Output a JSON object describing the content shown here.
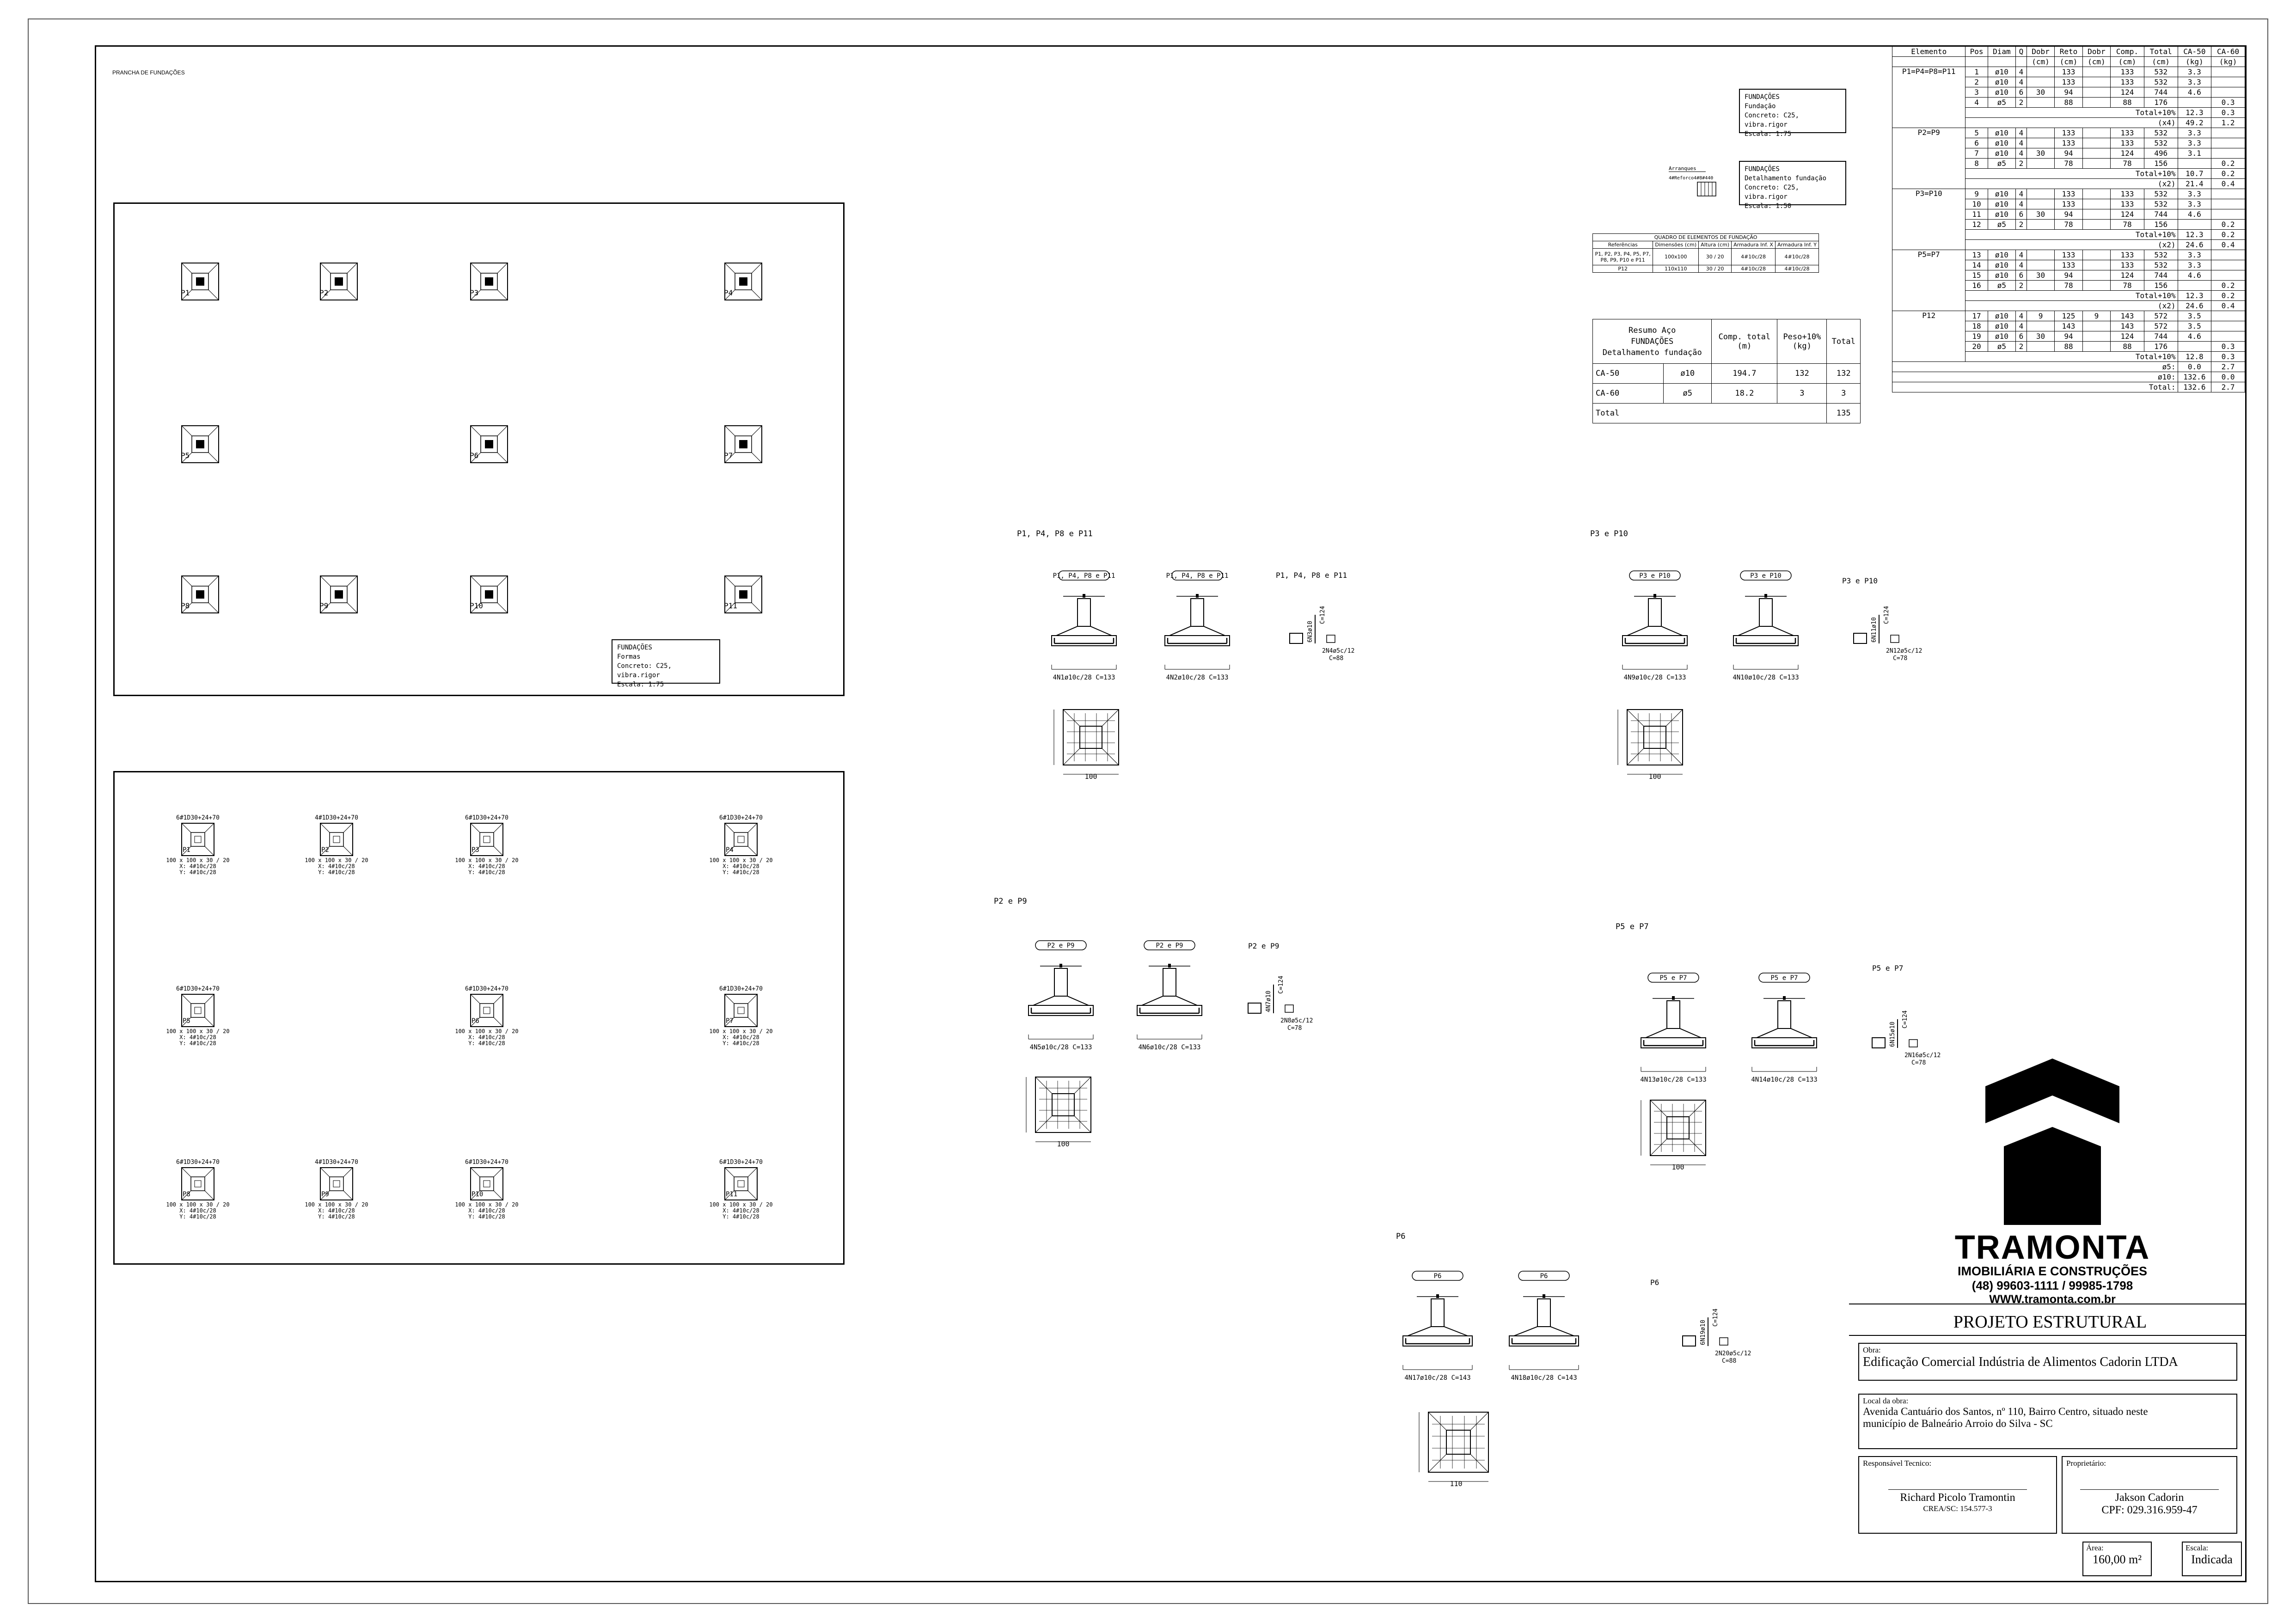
{
  "sheet_name": "PRANCHA DE FUNDAÇÕES",
  "plan_top": {
    "pillars": [
      "P1",
      "P2",
      "P3",
      "P4",
      "P5",
      "P6",
      "P7",
      "P8",
      "P9",
      "P10",
      "P11"
    ],
    "note": [
      "FUNDAÇÕES",
      "Formas",
      "Concreto: C25, vibra.rigor",
      "Escala: 1:75"
    ]
  },
  "plan_bottom": {
    "pillars": [
      "P1",
      "P2",
      "P3",
      "P4",
      "P5",
      "P6",
      "P7",
      "P8",
      "P9",
      "P10",
      "P11"
    ],
    "rebar_top_a": "6#1D30+24+70",
    "rebar_top_b": "4#1D30+24+70",
    "dims": "100 x 100 x 30 / 20",
    "x_bars": "X: 4#10c/28",
    "y_bars": "Y: 4#10c/28"
  },
  "notes": {
    "n1": [
      "FUNDAÇÕES",
      "Fundação",
      "Concreto: C25, vibra.rigor",
      "Escala: 1:75"
    ],
    "n2": [
      "FUNDAÇÕES",
      "Detalhamento fundação",
      "Concreto: C25, vibra.rigor",
      "Escala: 1:50"
    ],
    "arranque": [
      "Arranques",
      "4#Reforco4#8#440"
    ]
  },
  "quadro": {
    "title": "QUADRO DE ELEMENTOS DE FUNDAÇÃO",
    "headers": [
      "Referências",
      "Dimensões (cm)",
      "Altura (cm)",
      "Armadura Inf. X",
      "Armadura Inf. Y"
    ],
    "rows": [
      [
        "P1, P2, P3, P4, P5, P7, P8, P9, P10 e P11",
        "100x100",
        "30 / 20",
        "4#10c/28",
        "4#10c/28"
      ],
      [
        "P12",
        "110x110",
        "30 / 20",
        "4#10c/28",
        "4#10c/28"
      ]
    ]
  },
  "resumo": {
    "title": [
      "Resumo Aço",
      "FUNDAÇÕES",
      "Detalhamento fundação"
    ],
    "h_comp": [
      "Comp. total",
      "(m)"
    ],
    "h_peso": [
      "Peso+10%",
      "(kg)"
    ],
    "h_total": "Total",
    "rows": [
      [
        "CA-50",
        "ø10",
        "194.7",
        "132",
        "132"
      ],
      [
        "CA-60",
        "ø5",
        "18.2",
        "3",
        "3"
      ]
    ],
    "total_label": "Total",
    "total_value": "135"
  },
  "steel_table": {
    "headers": [
      "Elemento",
      "Pos",
      "Diam",
      "Q",
      "Dobr",
      "Reto",
      "Dobr",
      "Comp.",
      "Total",
      "CA-50",
      "CA-60"
    ],
    "subheaders": [
      "",
      "",
      "",
      "",
      "(cm)",
      "(cm)",
      "(cm)",
      "(cm)",
      "(cm)",
      "(kg)",
      "(kg)"
    ],
    "groups": [
      {
        "elem": "P1=P4=P8=P11",
        "rows": [
          [
            "1",
            "ø10",
            "4",
            "",
            "133",
            "",
            "133",
            "532",
            "3.3",
            ""
          ],
          [
            "2",
            "ø10",
            "4",
            "",
            "133",
            "",
            "133",
            "532",
            "3.3",
            ""
          ],
          [
            "3",
            "ø10",
            "6",
            "30",
            "94",
            "",
            "124",
            "744",
            "4.6",
            ""
          ],
          [
            "4",
            "ø5",
            "2",
            "",
            "88",
            "",
            "88",
            "176",
            "",
            "0.3"
          ]
        ],
        "t1": [
          "Total+10%",
          "12.3",
          "0.3"
        ],
        "t2": [
          "(x4)",
          "49.2",
          "1.2"
        ]
      },
      {
        "elem": "P2=P9",
        "rows": [
          [
            "5",
            "ø10",
            "4",
            "",
            "133",
            "",
            "133",
            "532",
            "3.3",
            ""
          ],
          [
            "6",
            "ø10",
            "4",
            "",
            "133",
            "",
            "133",
            "532",
            "3.3",
            ""
          ],
          [
            "7",
            "ø10",
            "4",
            "30",
            "94",
            "",
            "124",
            "496",
            "3.1",
            ""
          ],
          [
            "8",
            "ø5",
            "2",
            "",
            "78",
            "",
            "78",
            "156",
            "",
            "0.2"
          ]
        ],
        "t1": [
          "Total+10%",
          "10.7",
          "0.2"
        ],
        "t2": [
          "(x2)",
          "21.4",
          "0.4"
        ]
      },
      {
        "elem": "P3=P10",
        "rows": [
          [
            "9",
            "ø10",
            "4",
            "",
            "133",
            "",
            "133",
            "532",
            "3.3",
            ""
          ],
          [
            "10",
            "ø10",
            "4",
            "",
            "133",
            "",
            "133",
            "532",
            "3.3",
            ""
          ],
          [
            "11",
            "ø10",
            "6",
            "30",
            "94",
            "",
            "124",
            "744",
            "4.6",
            ""
          ],
          [
            "12",
            "ø5",
            "2",
            "",
            "78",
            "",
            "78",
            "156",
            "",
            "0.2"
          ]
        ],
        "t1": [
          "Total+10%",
          "12.3",
          "0.2"
        ],
        "t2": [
          "(x2)",
          "24.6",
          "0.4"
        ]
      },
      {
        "elem": "P5=P7",
        "rows": [
          [
            "13",
            "ø10",
            "4",
            "",
            "133",
            "",
            "133",
            "532",
            "3.3",
            ""
          ],
          [
            "14",
            "ø10",
            "4",
            "",
            "133",
            "",
            "133",
            "532",
            "3.3",
            ""
          ],
          [
            "15",
            "ø10",
            "6",
            "30",
            "94",
            "",
            "124",
            "744",
            "4.6",
            ""
          ],
          [
            "16",
            "ø5",
            "2",
            "",
            "78",
            "",
            "78",
            "156",
            "",
            "0.2"
          ]
        ],
        "t1": [
          "Total+10%",
          "12.3",
          "0.2"
        ],
        "t2": [
          "(x2)",
          "24.6",
          "0.4"
        ]
      },
      {
        "elem": "P12",
        "rows": [
          [
            "17",
            "ø10",
            "4",
            "9",
            "125",
            "9",
            "143",
            "572",
            "3.5",
            ""
          ],
          [
            "18",
            "ø10",
            "4",
            "",
            "143",
            "",
            "143",
            "572",
            "3.5",
            ""
          ],
          [
            "19",
            "ø10",
            "6",
            "30",
            "94",
            "",
            "124",
            "744",
            "4.6",
            ""
          ],
          [
            "20",
            "ø5",
            "2",
            "",
            "88",
            "",
            "88",
            "176",
            "",
            "0.3"
          ]
        ],
        "t1": [
          "Total+10%",
          "12.8",
          "0.3"
        ],
        "t2": null
      }
    ],
    "summary": [
      [
        "ø5:",
        "0.0",
        "2.7"
      ],
      [
        "ø10:",
        "132.6",
        "0.0"
      ],
      [
        "Total:",
        "132.6",
        "2.7"
      ]
    ]
  },
  "details": {
    "d1": {
      "title": "P1, P4, P8 e P11",
      "tag": "P1, P4, P8 e P11",
      "bar_a": "4N1ø10c/28  C=133",
      "bar_b": "4N2ø10c/28  C=133",
      "stirrup": "2N4ø5c/12",
      "stirrup_c": "C=88",
      "vert": "6N3ø10",
      "vert_c": "C=124",
      "plan_dim": "100",
      "sec_title": "P1, P4, P8 e P11"
    },
    "d2": {
      "title": "P3 e P10",
      "tag": "P3 e P10",
      "bar_a": "4N9ø10c/28  C=133",
      "bar_b": "4N10ø10c/28  C=133",
      "stirrup": "2N12ø5c/12",
      "stirrup_c": "C=78",
      "vert": "6N11ø10",
      "vert_c": "C=124",
      "plan_dim": "100",
      "sec_title": "P3 e P10"
    },
    "d3": {
      "title": "P2 e P9",
      "tag": "P2 e P9",
      "bar_a": "4N5ø10c/28  C=133",
      "bar_b": "4N6ø10c/28  C=133",
      "stirrup": "2N8ø5c/12",
      "stirrup_c": "C=78",
      "vert": "4N7ø10",
      "vert_c": "C=124",
      "plan_dim": "100",
      "sec_title": "P2 e P9"
    },
    "d4": {
      "title": "P5 e P7",
      "tag": "P5 e P7",
      "bar_a": "4N13ø10c/28  C=133",
      "bar_b": "4N14ø10c/28  C=133",
      "stirrup": "2N16ø5c/12",
      "stirrup_c": "C=78",
      "vert": "6N15ø10",
      "vert_c": "C=124",
      "plan_dim": "100",
      "sec_title": "P5 e P7"
    },
    "d5": {
      "title": "P6",
      "tag": "P6",
      "bar_a": "4N17ø10c/28  C=143",
      "bar_b": "4N18ø10c/28  C=143",
      "stirrup": "2N20ø5c/12",
      "stirrup_c": "C=88",
      "vert": "6N19ø10",
      "vert_c": "C=124",
      "plan_dim": "110",
      "sec_title": "P6"
    }
  },
  "logo": {
    "brand": "TRAMONTA",
    "sub": "IMOBILIÁRIA E CONSTRUÇÕES",
    "phones": "(48) 99603-1111 / 99985-1798",
    "web": "WWW.tramonta.com.br"
  },
  "titleblock": {
    "title": "PROJETO ESTRUTURAL",
    "obra_label": "Obra:",
    "obra": "Edificação Comercial Indústria de Alimentos Cadorin LTDA",
    "local_label": "Local da obra:",
    "local_1": "Avenida Cantuário dos Santos, nº 110, Bairro Centro, situado neste",
    "local_2": "município de Balneário Arroio do Silva - SC",
    "resp_label": "Responsável Tecnico:",
    "resp_name": "Richard Picolo Tramontin",
    "resp_crea": "CREA/SC: 154.577-3",
    "prop_label": "Proprietário:",
    "prop_name": "Jakson Cadorin",
    "prop_cpf": "CPF:   029.316.959-47",
    "area_label": "Área:",
    "area": "160,00 m²",
    "escala_label": "Escala:",
    "escala": "Indicada"
  }
}
